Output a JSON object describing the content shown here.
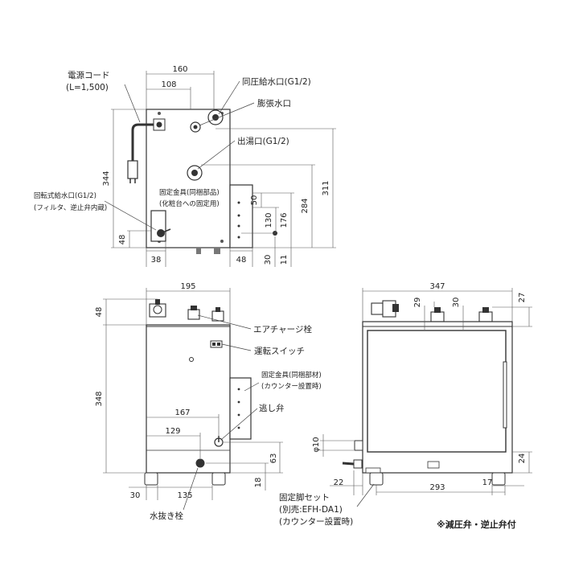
{
  "top_view": {
    "dims": {
      "w160": "160",
      "w108": "108",
      "h344": "344",
      "h311": "311",
      "h284": "284",
      "h176": "176",
      "h130": "130",
      "h50": "50",
      "h48": "48",
      "b38": "38",
      "b48": "48",
      "b30": "30",
      "b11": "11"
    },
    "labels": {
      "power_cord_1": "電源コード",
      "power_cord_2": "(L=1,500)",
      "inlet_same_pressure": "同圧給水口(G1/2)",
      "expansion_port": "膨張水口",
      "outlet": "出湯口(G1/2)",
      "fixing_bracket_1": "固定金具(同梱部品)",
      "fixing_bracket_2": "(化粧台への固定用)",
      "rotary_inlet_1": "回転式給水口(G1/2)",
      "rotary_inlet_2": "(フィルタ、逆止弁内蔵)"
    }
  },
  "front_view": {
    "dims": {
      "w195": "195",
      "h48": "48",
      "h348": "348",
      "w167": "167",
      "w129": "129",
      "h63": "63",
      "h18": "18",
      "b30": "30",
      "b135": "135"
    },
    "labels": {
      "air_charge_plug": "エアチャージ栓",
      "run_switch": "運転スイッチ",
      "fixing_bracket_1": "固定金具(同梱部材)",
      "fixing_bracket_2": "(カウンター設置時)",
      "relief_valve": "逃し弁",
      "drain_plug": "水抜き栓"
    }
  },
  "side_view": {
    "dims": {
      "w347": "347",
      "d29": "29",
      "d30": "30",
      "d27": "27",
      "phi10": "φ10",
      "h24": "24",
      "b22": "22",
      "b293": "293",
      "b17": "17"
    },
    "labels": {
      "fixed_leg_1": "固定脚セット",
      "fixed_leg_2": "(別売:EFH-DA1)",
      "fixed_leg_3": "(カウンター設置時)"
    }
  },
  "footnote": "※減圧弁・逆止弁付"
}
